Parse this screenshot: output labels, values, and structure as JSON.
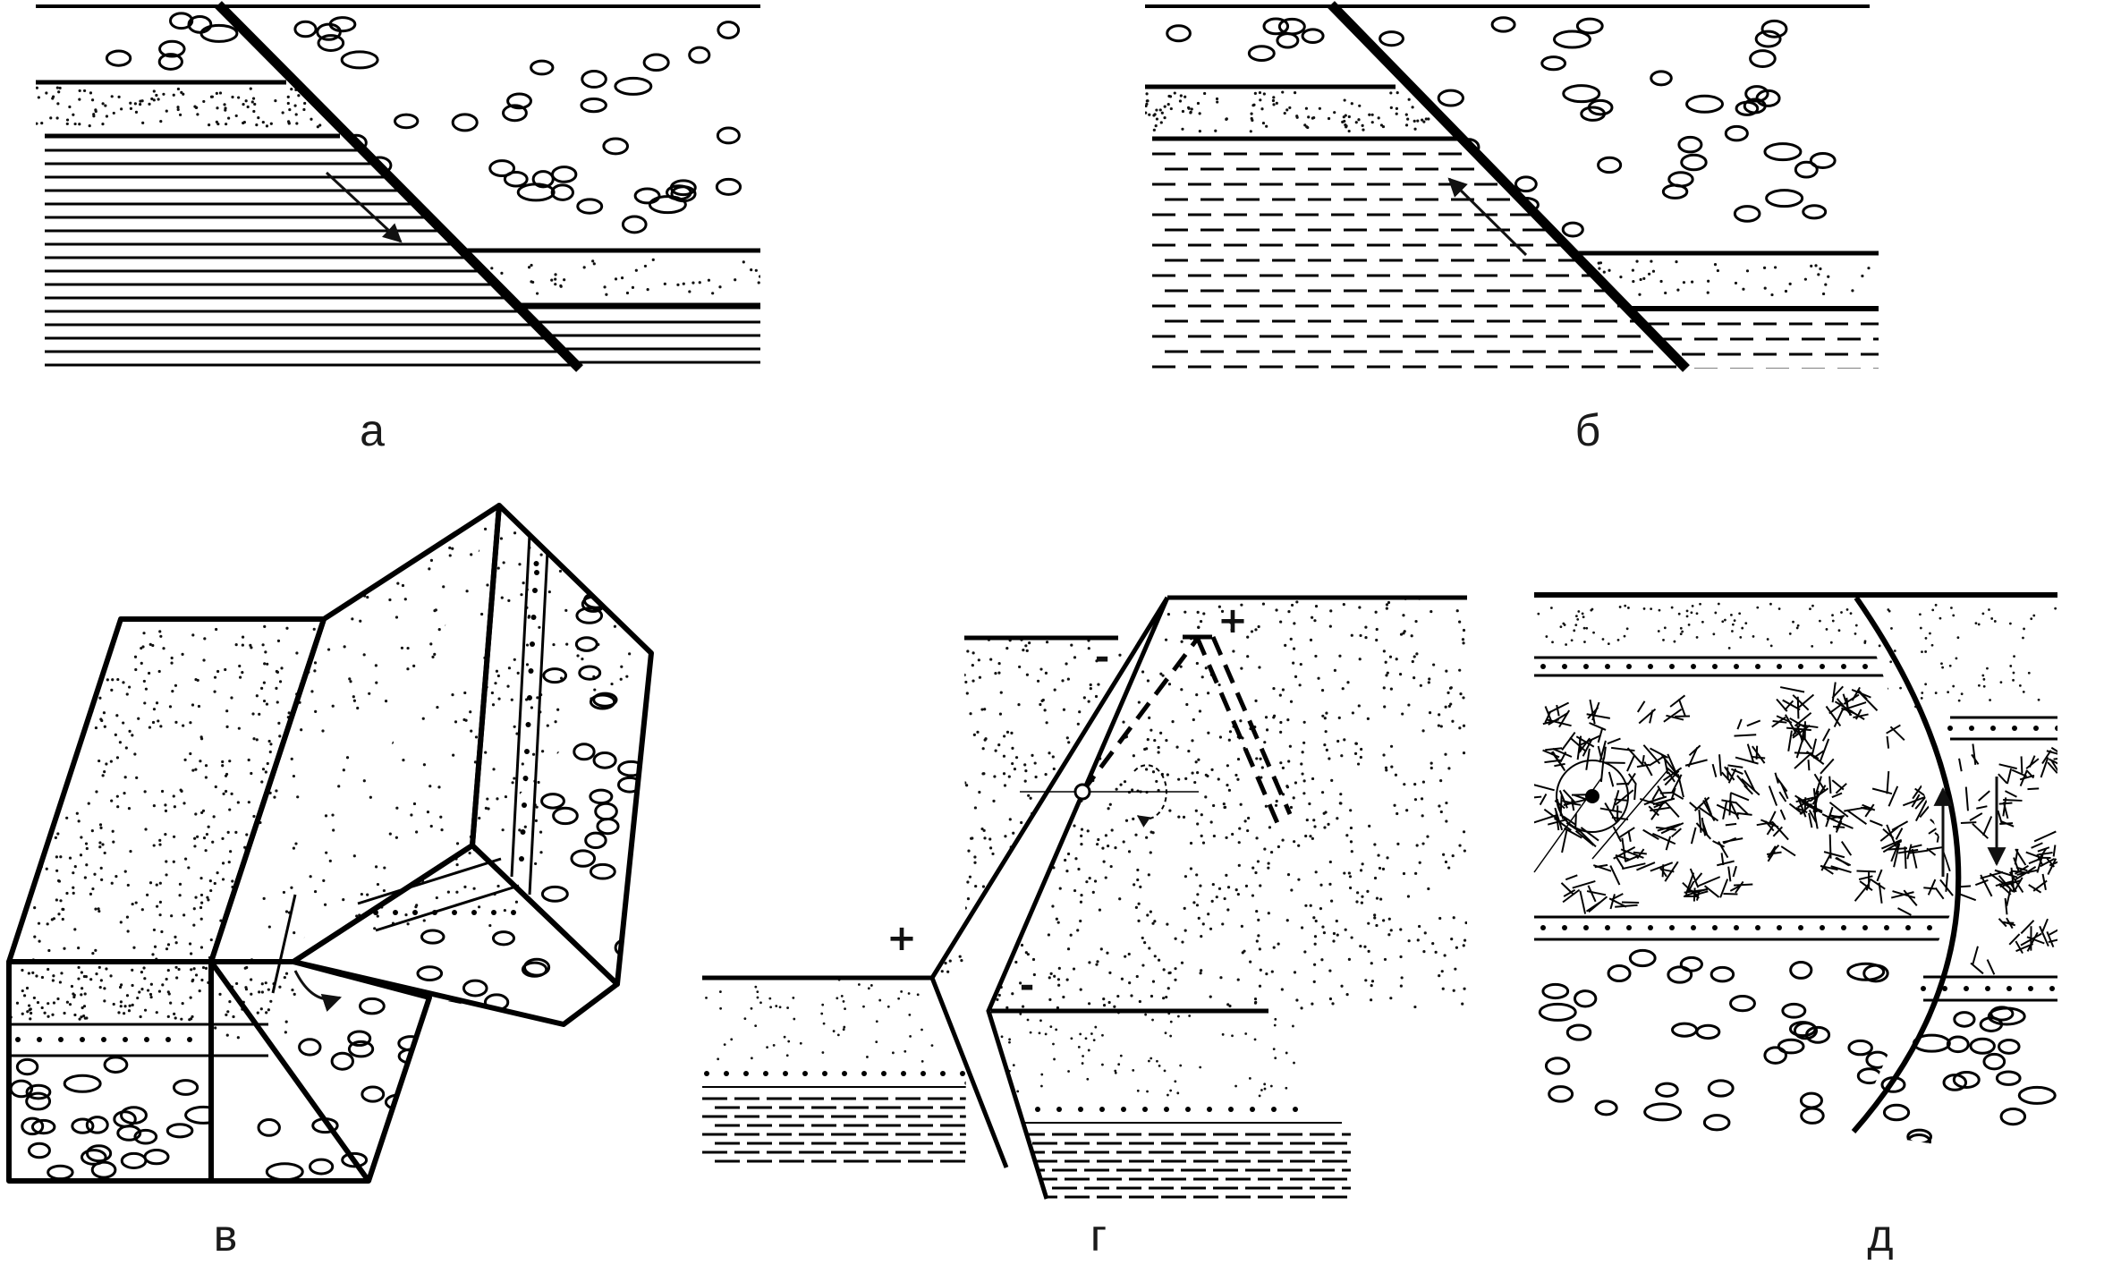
{
  "figure": {
    "panels": [
      {
        "id": "a",
        "label": "а",
        "arrow": "down-right",
        "fault": "normal"
      },
      {
        "id": "b",
        "label": "б",
        "arrow": "up-left",
        "fault": "reverse"
      },
      {
        "id": "v",
        "label": "в",
        "arrow": "rotational"
      },
      {
        "id": "g",
        "label": "г",
        "signs": [
          "-",
          "+",
          "+",
          "-"
        ]
      },
      {
        "id": "d",
        "label": "д",
        "arrows": [
          "up",
          "down"
        ]
      }
    ]
  }
}
